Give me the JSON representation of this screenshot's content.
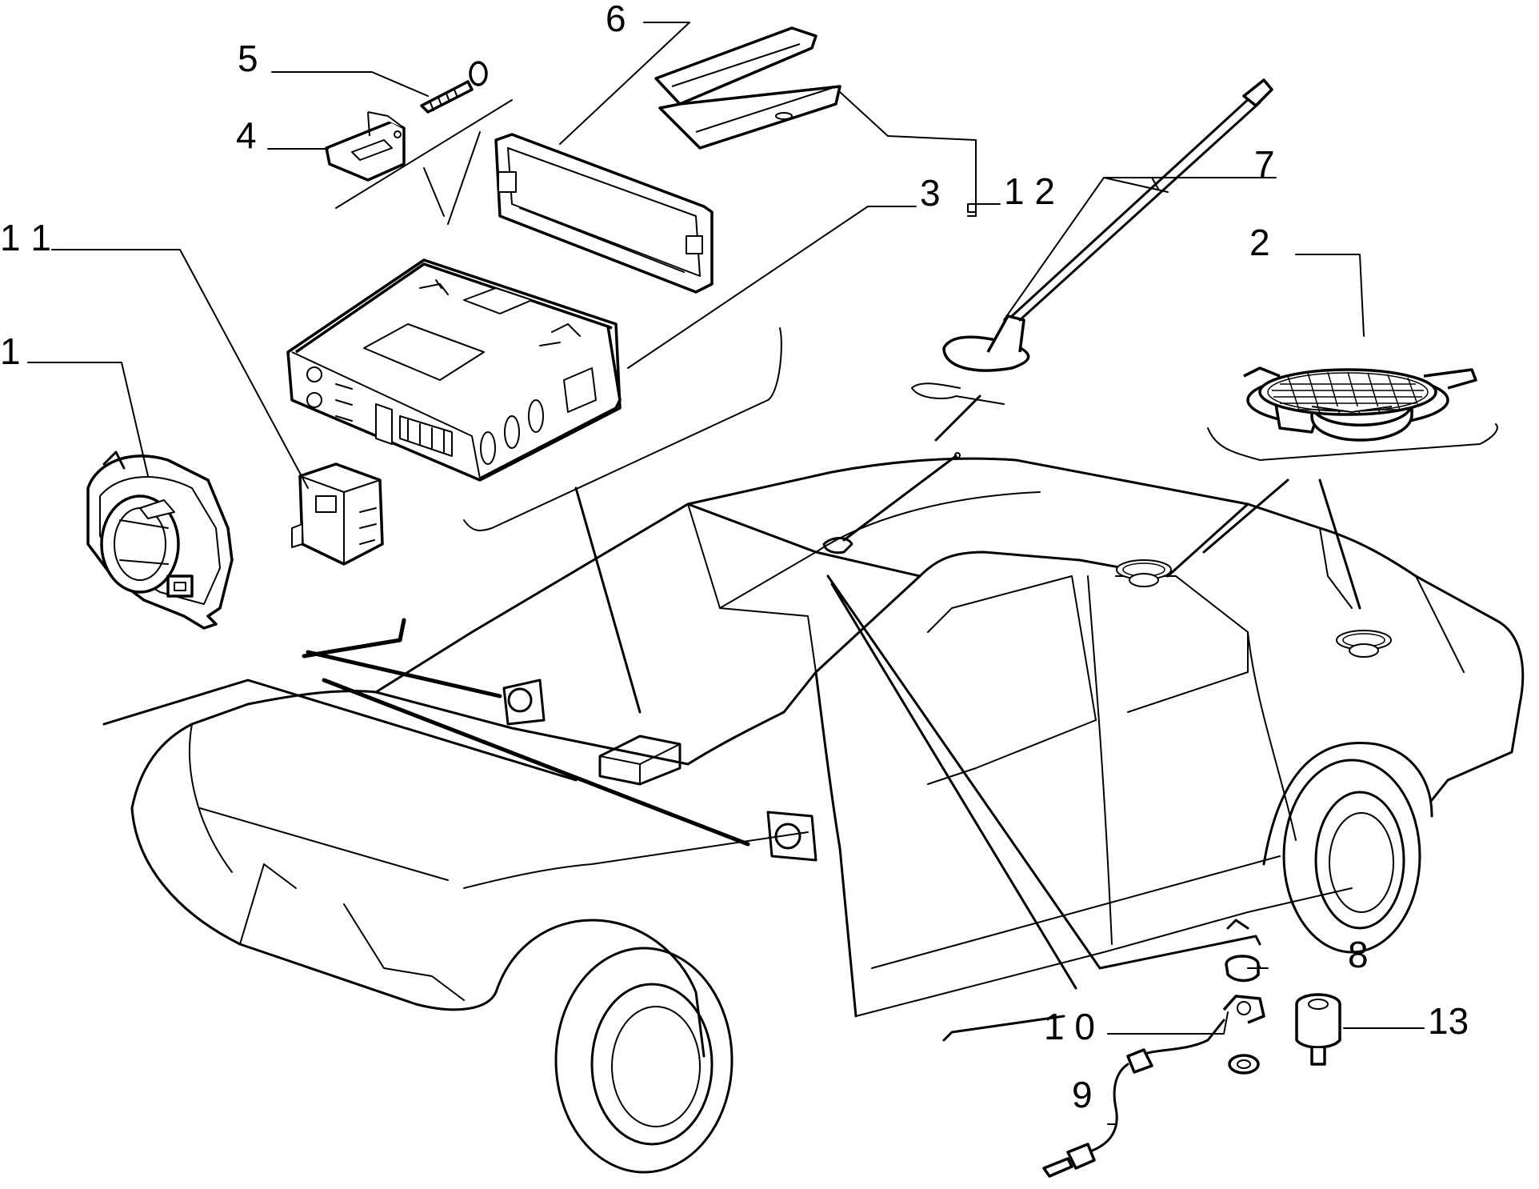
{
  "diagram": {
    "callouts": [
      {
        "id": "c1",
        "label": "1"
      },
      {
        "id": "c2",
        "label": "2"
      },
      {
        "id": "c3a",
        "label": "3"
      },
      {
        "id": "c4",
        "label": "4"
      },
      {
        "id": "c5",
        "label": "5"
      },
      {
        "id": "c6",
        "label": "6"
      },
      {
        "id": "c7",
        "label": "7"
      },
      {
        "id": "c8",
        "label": "8"
      },
      {
        "id": "c9",
        "label": "9"
      },
      {
        "id": "c10",
        "label": "1 0"
      },
      {
        "id": "c11",
        "label": "1 1"
      },
      {
        "id": "c12",
        "label": "1 2"
      },
      {
        "id": "c13",
        "label": "13"
      }
    ]
  }
}
